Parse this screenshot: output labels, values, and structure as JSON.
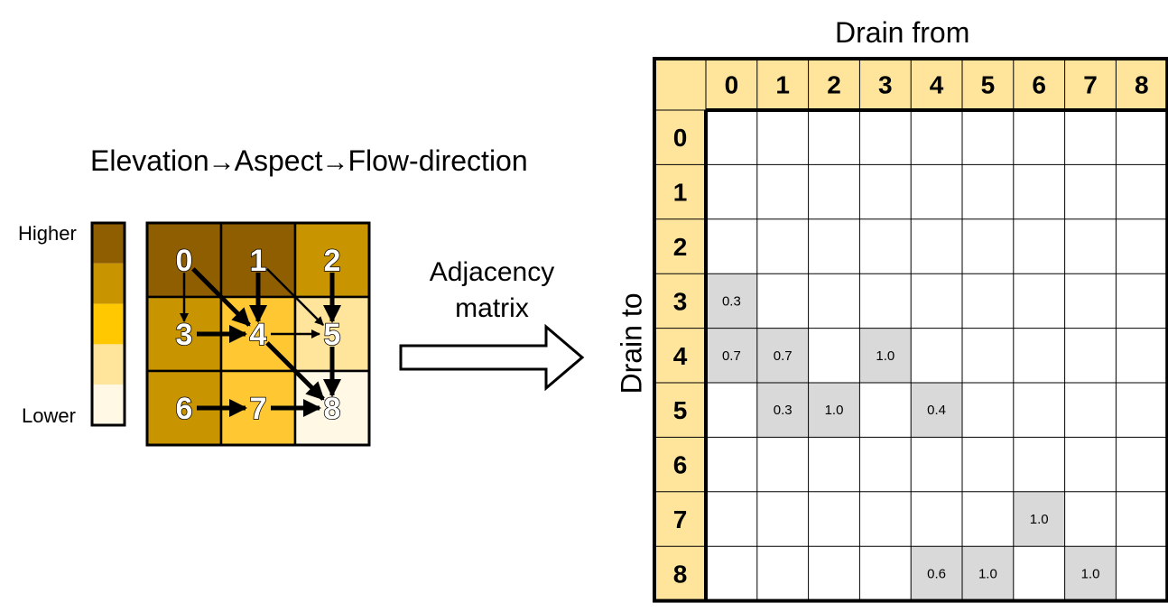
{
  "title": {
    "part1": "Elevation",
    "part2": "Aspect",
    "part3": "Flow-direction",
    "arrow_glyph": "→"
  },
  "legend": {
    "higher": "Higher",
    "lower": "Lower",
    "colors": [
      "#8f5e00",
      "#c89500",
      "#ffc800",
      "#ffe49c",
      "#fff8e4"
    ]
  },
  "grid": {
    "cells": [
      {
        "label": "0",
        "color": "#8f5e00"
      },
      {
        "label": "1",
        "color": "#8f5e00"
      },
      {
        "label": "2",
        "color": "#c89500"
      },
      {
        "label": "3",
        "color": "#c89500"
      },
      {
        "label": "4",
        "color": "#ffc832"
      },
      {
        "label": "5",
        "color": "#ffe49c"
      },
      {
        "label": "6",
        "color": "#c89500"
      },
      {
        "label": "7",
        "color": "#ffc832"
      },
      {
        "label": "8",
        "color": "#fff8e4"
      }
    ],
    "flows": [
      {
        "from": 0,
        "to": 3,
        "weight": 0.3
      },
      {
        "from": 0,
        "to": 4,
        "weight": 0.7
      },
      {
        "from": 1,
        "to": 4,
        "weight": 0.7
      },
      {
        "from": 1,
        "to": 5,
        "weight": 0.3
      },
      {
        "from": 2,
        "to": 5,
        "weight": 1.0
      },
      {
        "from": 3,
        "to": 4,
        "weight": 1.0
      },
      {
        "from": 4,
        "to": 5,
        "weight": 0.4
      },
      {
        "from": 4,
        "to": 8,
        "weight": 0.6
      },
      {
        "from": 5,
        "to": 8,
        "weight": 1.0
      },
      {
        "from": 6,
        "to": 7,
        "weight": 1.0
      },
      {
        "from": 7,
        "to": 8,
        "weight": 1.0
      }
    ]
  },
  "adjacency_label_line1": "Adjacency",
  "adjacency_label_line2": "matrix",
  "matrix": {
    "column_title": "Drain from",
    "row_title": "Drain to",
    "headers": [
      "0",
      "1",
      "2",
      "3",
      "4",
      "5",
      "6",
      "7",
      "8"
    ],
    "header_color": "#ffe49c",
    "filled_color": "#d9d9d9",
    "values": [
      [
        "",
        "",
        "",
        "",
        "",
        "",
        "",
        "",
        ""
      ],
      [
        "",
        "",
        "",
        "",
        "",
        "",
        "",
        "",
        ""
      ],
      [
        "",
        "",
        "",
        "",
        "",
        "",
        "",
        "",
        ""
      ],
      [
        "0.3",
        "",
        "",
        "",
        "",
        "",
        "",
        "",
        ""
      ],
      [
        "0.7",
        "0.7",
        "",
        "1.0",
        "",
        "",
        "",
        "",
        ""
      ],
      [
        "",
        "0.3",
        "1.0",
        "",
        "0.4",
        "",
        "",
        "",
        ""
      ],
      [
        "",
        "",
        "",
        "",
        "",
        "",
        "",
        "",
        ""
      ],
      [
        "",
        "",
        "",
        "",
        "",
        "",
        "1.0",
        "",
        ""
      ],
      [
        "",
        "",
        "",
        "",
        "0.6",
        "1.0",
        "",
        "1.0",
        ""
      ]
    ]
  }
}
